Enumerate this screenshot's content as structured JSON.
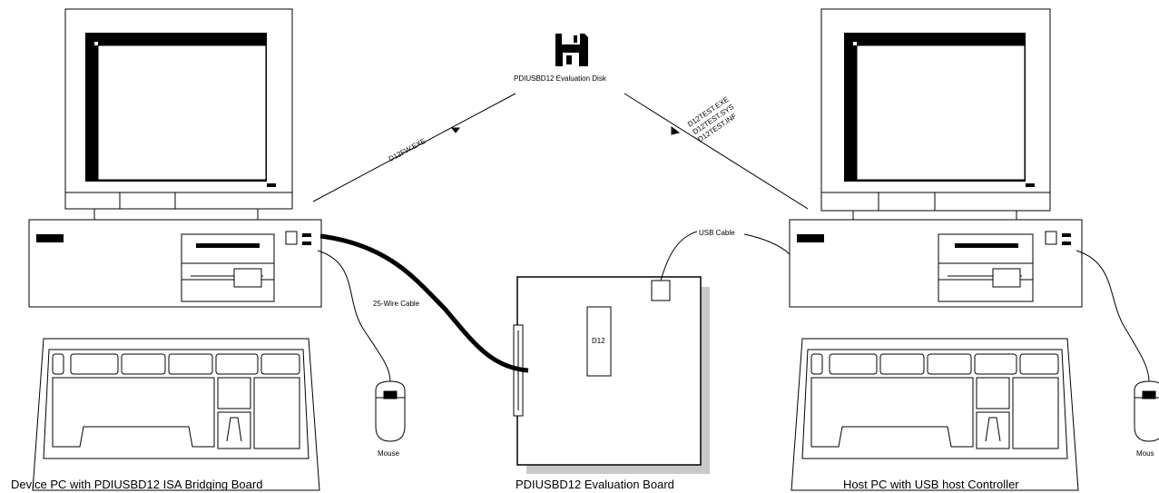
{
  "captions": {
    "device_pc": "Device PC with PDIUSBD12 ISA Bridging Board",
    "eval_board": "PDIUSBD12 Evaluation Board",
    "host_pc": "Host PC with USB  host Controller"
  },
  "disk": {
    "label": "PDIUSBD12 Evaluation Disk",
    "to_device_file": "D12FW.EXE",
    "to_host_files": [
      "D12TEST.EXE",
      "D12TEST.SYS",
      "D12TEST.INF"
    ]
  },
  "cables": {
    "parallel": "25-Wire Cable",
    "usb": "USB Cable"
  },
  "board": {
    "chip_label": "D12"
  },
  "mouse": {
    "left_label": "Mouse",
    "right_label": "Mous"
  }
}
